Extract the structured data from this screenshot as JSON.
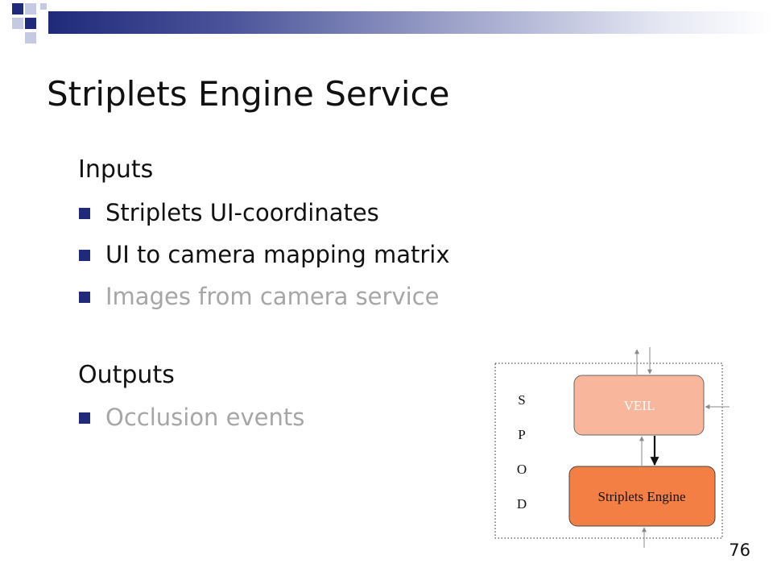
{
  "slide": {
    "title": "Striplets Engine Service",
    "page_number": "76"
  },
  "inputs": {
    "label": "Inputs",
    "items": [
      {
        "text": "Striplets UI-coordinates",
        "color": "#111111"
      },
      {
        "text": "UI to camera mapping matrix",
        "color": "#111111"
      },
      {
        "text": "Images from camera service",
        "color": "#a6a6a6"
      }
    ]
  },
  "outputs": {
    "label": "Outputs",
    "items": [
      {
        "text": "Occlusion events",
        "color": "#a6a6a6"
      }
    ]
  },
  "diagram": {
    "spod_letters": [
      "S",
      "P",
      "O",
      "D"
    ],
    "veil_label": "VEIL",
    "engine_label": "Striplets Engine",
    "colors": {
      "veil_fill": "#f8b79d",
      "veil_text": "#ffffff",
      "engine_fill": "#f37f44",
      "engine_text": "#111111",
      "accent": "#1f2a7a"
    }
  }
}
